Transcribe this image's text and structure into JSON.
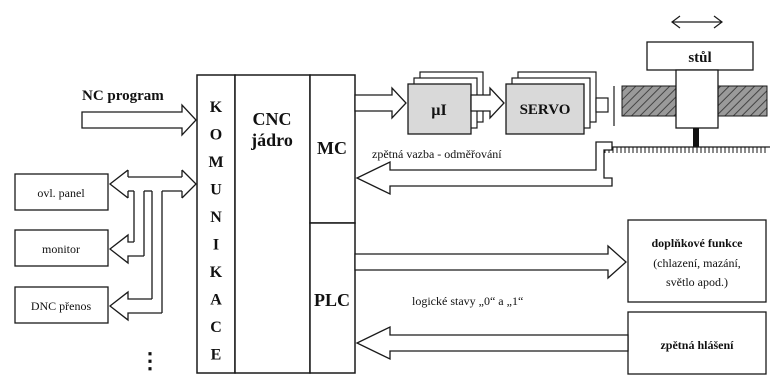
{
  "inputs": {
    "nc_program": "NC program",
    "panel": "ovl. panel",
    "monitor": "monitor",
    "dnc": "DNC přenos",
    "more": "⋮"
  },
  "komunikace": [
    "K",
    "O",
    "M",
    "U",
    "N",
    "I",
    "K",
    "A",
    "C",
    "E"
  ],
  "cnc": {
    "line1": "CNC",
    "line2": "jádro"
  },
  "mc": "MC",
  "plc": "PLC",
  "drive": {
    "ui": "µI",
    "servo": "SERVO"
  },
  "machine": {
    "table": "stůl"
  },
  "feedback": "zpětná vazba - odměřování",
  "logic": "logické stavy „0“ a „1“",
  "aux": {
    "line1": "doplňkové funkce",
    "line2": "(chlazení, mazání,",
    "line3": "světlo apod.)"
  },
  "response": "zpětná hlášení",
  "colors": {
    "line": "#1a1a1a",
    "block_fill": "#d9d9d9",
    "screw_fill": "#8c8c8c"
  }
}
